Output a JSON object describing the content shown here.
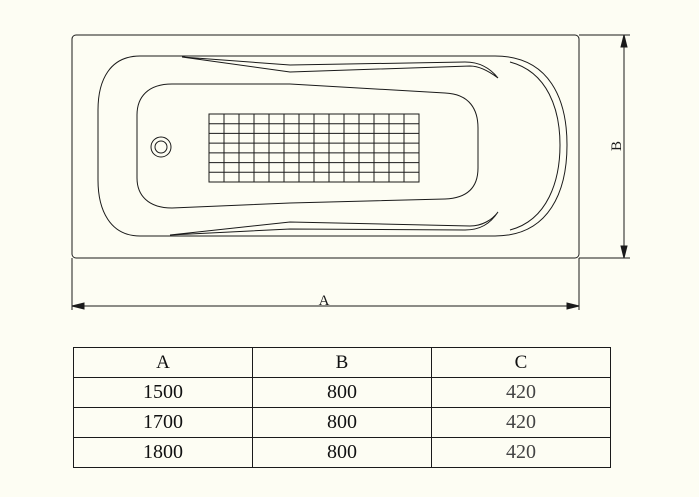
{
  "drawing": {
    "dimension_a_label": "A",
    "dimension_b_label": "B"
  },
  "table": {
    "headers": [
      "A",
      "B",
      "C"
    ],
    "rows": [
      [
        "1500",
        "800",
        "420"
      ],
      [
        "1700",
        "800",
        "420"
      ],
      [
        "1800",
        "800",
        "420"
      ]
    ]
  },
  "colors": {
    "background": "#fdfdf3",
    "line": "#1a1a1a"
  }
}
